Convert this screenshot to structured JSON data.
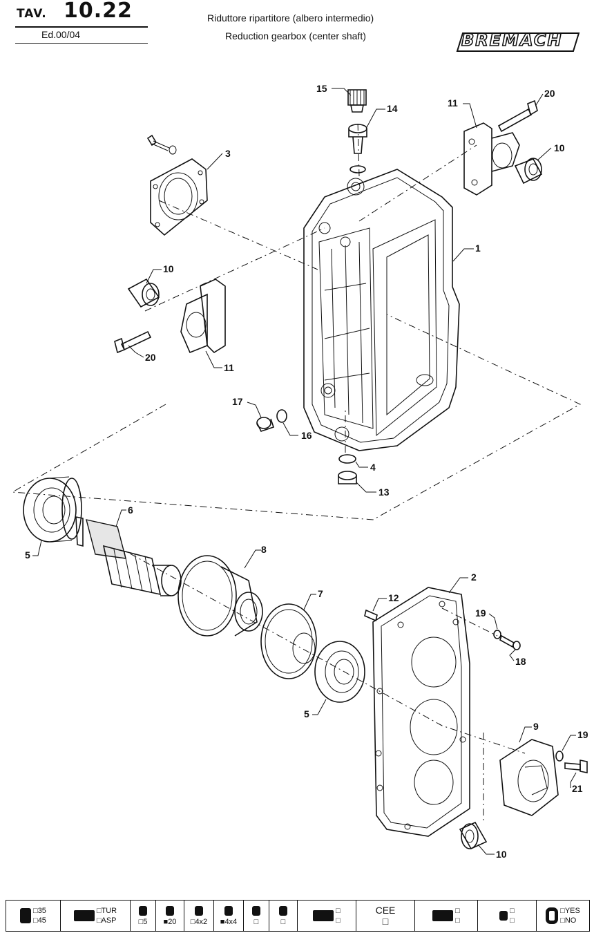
{
  "header": {
    "tav_label": "TAV.",
    "tav_number": "10.22",
    "edition": "Ed.00/04",
    "title_it": "Riduttore ripartitore (albero intermedio)",
    "title_en": "Reduction gearbox (center shaft)",
    "brand": "BREMACH"
  },
  "callouts": [
    {
      "id": "c15",
      "label": "15"
    },
    {
      "id": "c14",
      "label": "14"
    },
    {
      "id": "c11a",
      "label": "11"
    },
    {
      "id": "c20a",
      "label": "20"
    },
    {
      "id": "c10a",
      "label": "10"
    },
    {
      "id": "c3",
      "label": "3"
    },
    {
      "id": "c1",
      "label": "1"
    },
    {
      "id": "c10b",
      "label": "10"
    },
    {
      "id": "c20b",
      "label": "20"
    },
    {
      "id": "c11b",
      "label": "11"
    },
    {
      "id": "c17",
      "label": "17"
    },
    {
      "id": "c16",
      "label": "16"
    },
    {
      "id": "c4",
      "label": "4"
    },
    {
      "id": "c13",
      "label": "13"
    },
    {
      "id": "c6",
      "label": "6"
    },
    {
      "id": "c5a",
      "label": "5"
    },
    {
      "id": "c8",
      "label": "8"
    },
    {
      "id": "c2",
      "label": "2"
    },
    {
      "id": "c7",
      "label": "7"
    },
    {
      "id": "c12",
      "label": "12"
    },
    {
      "id": "c19a",
      "label": "19"
    },
    {
      "id": "c18",
      "label": "18"
    },
    {
      "id": "c5b",
      "label": "5"
    },
    {
      "id": "c9",
      "label": "9"
    },
    {
      "id": "c19b",
      "label": "19"
    },
    {
      "id": "c21",
      "label": "21"
    },
    {
      "id": "c10c",
      "label": "10"
    }
  ],
  "footer": {
    "weight_opts": [
      "□35",
      "□45"
    ],
    "trim_opts": [
      "□TUR",
      "□ASP"
    ],
    "seat5": "□5",
    "seat20": "■20",
    "drive_4x2": "□4x2",
    "drive_4x4": "■4x4",
    "box": "□",
    "cee": "CEE",
    "yes": "□YES",
    "no": "□NO"
  }
}
